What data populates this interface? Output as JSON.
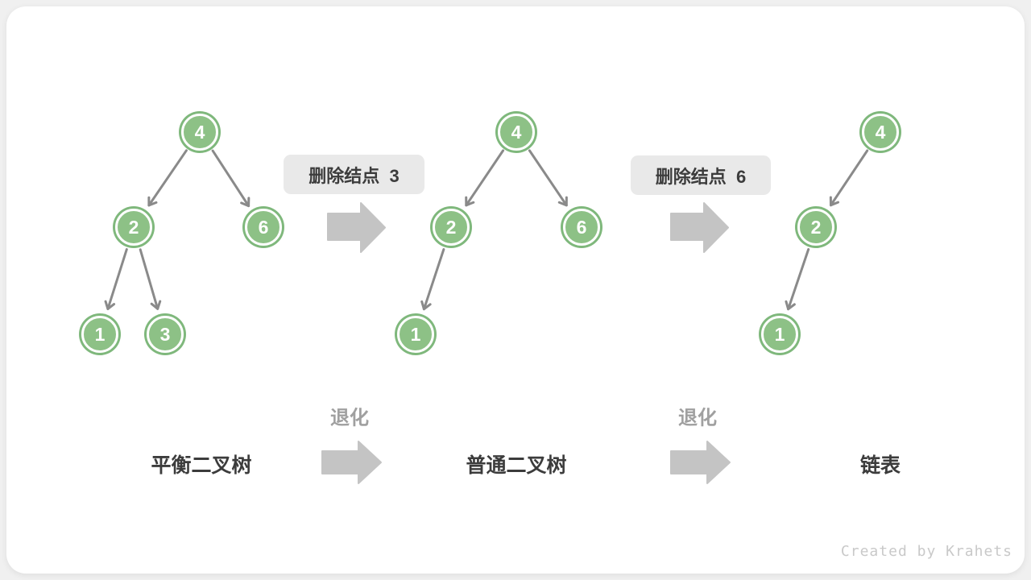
{
  "watermark": "Created by Krahets",
  "badges": [
    {
      "label": "删除结点  3"
    },
    {
      "label": "删除结点  6"
    }
  ],
  "degrade_arrows": [
    {
      "label": "退化"
    },
    {
      "label": "退化"
    }
  ],
  "trees": [
    {
      "label": "平衡二叉树",
      "nodes": [
        {
          "value": "4"
        },
        {
          "value": "2"
        },
        {
          "value": "6"
        },
        {
          "value": "1"
        },
        {
          "value": "3"
        }
      ],
      "edges": [
        [
          "4",
          "2"
        ],
        [
          "4",
          "6"
        ],
        [
          "2",
          "1"
        ],
        [
          "2",
          "3"
        ]
      ]
    },
    {
      "label": "普通二叉树",
      "nodes": [
        {
          "value": "4"
        },
        {
          "value": "2"
        },
        {
          "value": "6"
        },
        {
          "value": "1"
        }
      ],
      "edges": [
        [
          "4",
          "2"
        ],
        [
          "4",
          "6"
        ],
        [
          "2",
          "1"
        ]
      ]
    },
    {
      "label": "链表",
      "nodes": [
        {
          "value": "4"
        },
        {
          "value": "2"
        },
        {
          "value": "1"
        }
      ],
      "edges": [
        [
          "4",
          "2"
        ],
        [
          "2",
          "1"
        ]
      ]
    }
  ],
  "colors": {
    "page_bg": "#f0f0f0",
    "card_bg": "#ffffff",
    "node_fill": "#8dc186",
    "node_outer_ring": "#7fb87c",
    "node_text": "#ffffff",
    "edge": "#8a8a8a",
    "block_arrow": "#c4c4c4",
    "badge_bg": "#e9e9e9",
    "badge_text": "#3c3c3c",
    "tree_label_text": "#3c3c3c",
    "degrade_label_text": "#a0a0a0",
    "watermark_text": "#c9c9c9"
  }
}
